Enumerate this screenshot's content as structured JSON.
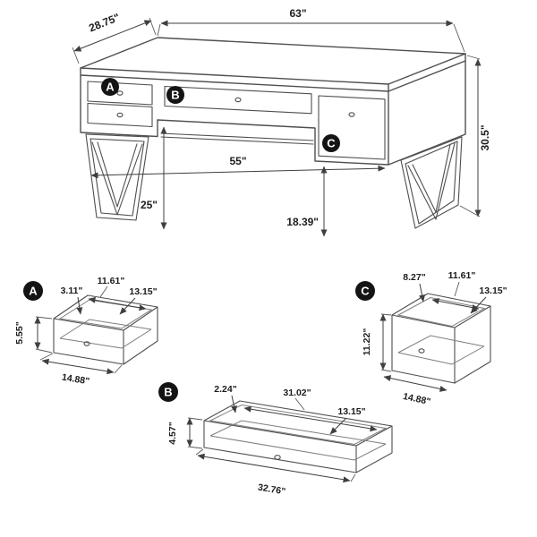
{
  "colors": {
    "line": "#4f4f4f",
    "dimension_text": "#1c1c1c",
    "marker_bg": "#141414",
    "marker_text": "#ffffff",
    "background": "#ffffff"
  },
  "main": {
    "marker_a": "A",
    "marker_b": "B",
    "marker_c": "C",
    "dim_width": "63\"",
    "dim_depth": "28.75\"",
    "dim_height": "30.5\"",
    "dim_inner_width": "55\"",
    "dim_knee_height": "25\"",
    "dim_drawer_clearance": "18.39\""
  },
  "drawer_a": {
    "marker": "A",
    "dim_front_rail": "3.11\"",
    "dim_inner_width": "11.61\"",
    "dim_inner_depth": "13.15\"",
    "dim_height": "5.55\"",
    "dim_outer_width": "14.88\""
  },
  "drawer_b": {
    "marker": "B",
    "dim_front_rail": "2.24\"",
    "dim_inner_width": "31.02\"",
    "dim_inner_depth": "13.15\"",
    "dim_height": "4.57\"",
    "dim_outer_width": "32.76\""
  },
  "drawer_c": {
    "marker": "C",
    "dim_front_rail": "8.27\"",
    "dim_inner_width": "11.61\"",
    "dim_inner_depth": "13.15\"",
    "dim_height": "11.22\"",
    "dim_outer_width": "14.88\""
  }
}
